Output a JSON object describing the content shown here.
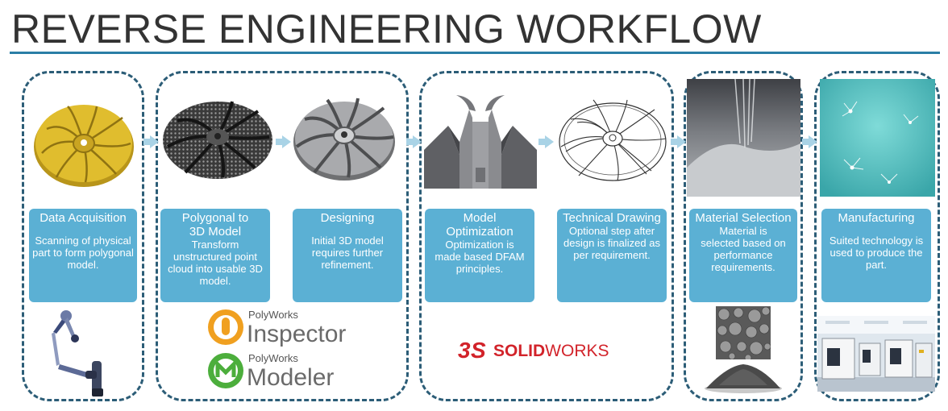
{
  "title": "REVERSE ENGINEERING WORKFLOW",
  "steps": [
    {
      "heading": "Data Acquisition",
      "body": "Scanning of physical part to form polygonal model."
    },
    {
      "heading": "Polygonal to 3D Model",
      "body": "Transform unstructured point cloud into usable 3D model."
    },
    {
      "heading": "Designing",
      "body": "Initial 3D model requires further refinement."
    },
    {
      "heading": "Model Optimization",
      "body": "Optimization is made based DFAM principles."
    },
    {
      "heading": "Technical Drawing",
      "body": "Optional step after design is finalized as per requirement."
    },
    {
      "heading": "Material Selection",
      "body": "Material is selected based on performance requirements."
    },
    {
      "heading": "Manufacturing",
      "body": "Suited technology is used to produce the part."
    }
  ],
  "logos": {
    "inspector_brand": "PolyWorks",
    "inspector_name": "Inspector",
    "modeler_brand": "PolyWorks",
    "modeler_name": "Modeler",
    "solidworks_prefix": "SOLID",
    "solidworks_suffix": "WORKS"
  },
  "colors": {
    "accent": "#2a7ea6",
    "box": "#5bb0d4",
    "dash": "#2c5d77",
    "impeller_gold": "#d9b526",
    "solidworks_red": "#d2232a"
  }
}
